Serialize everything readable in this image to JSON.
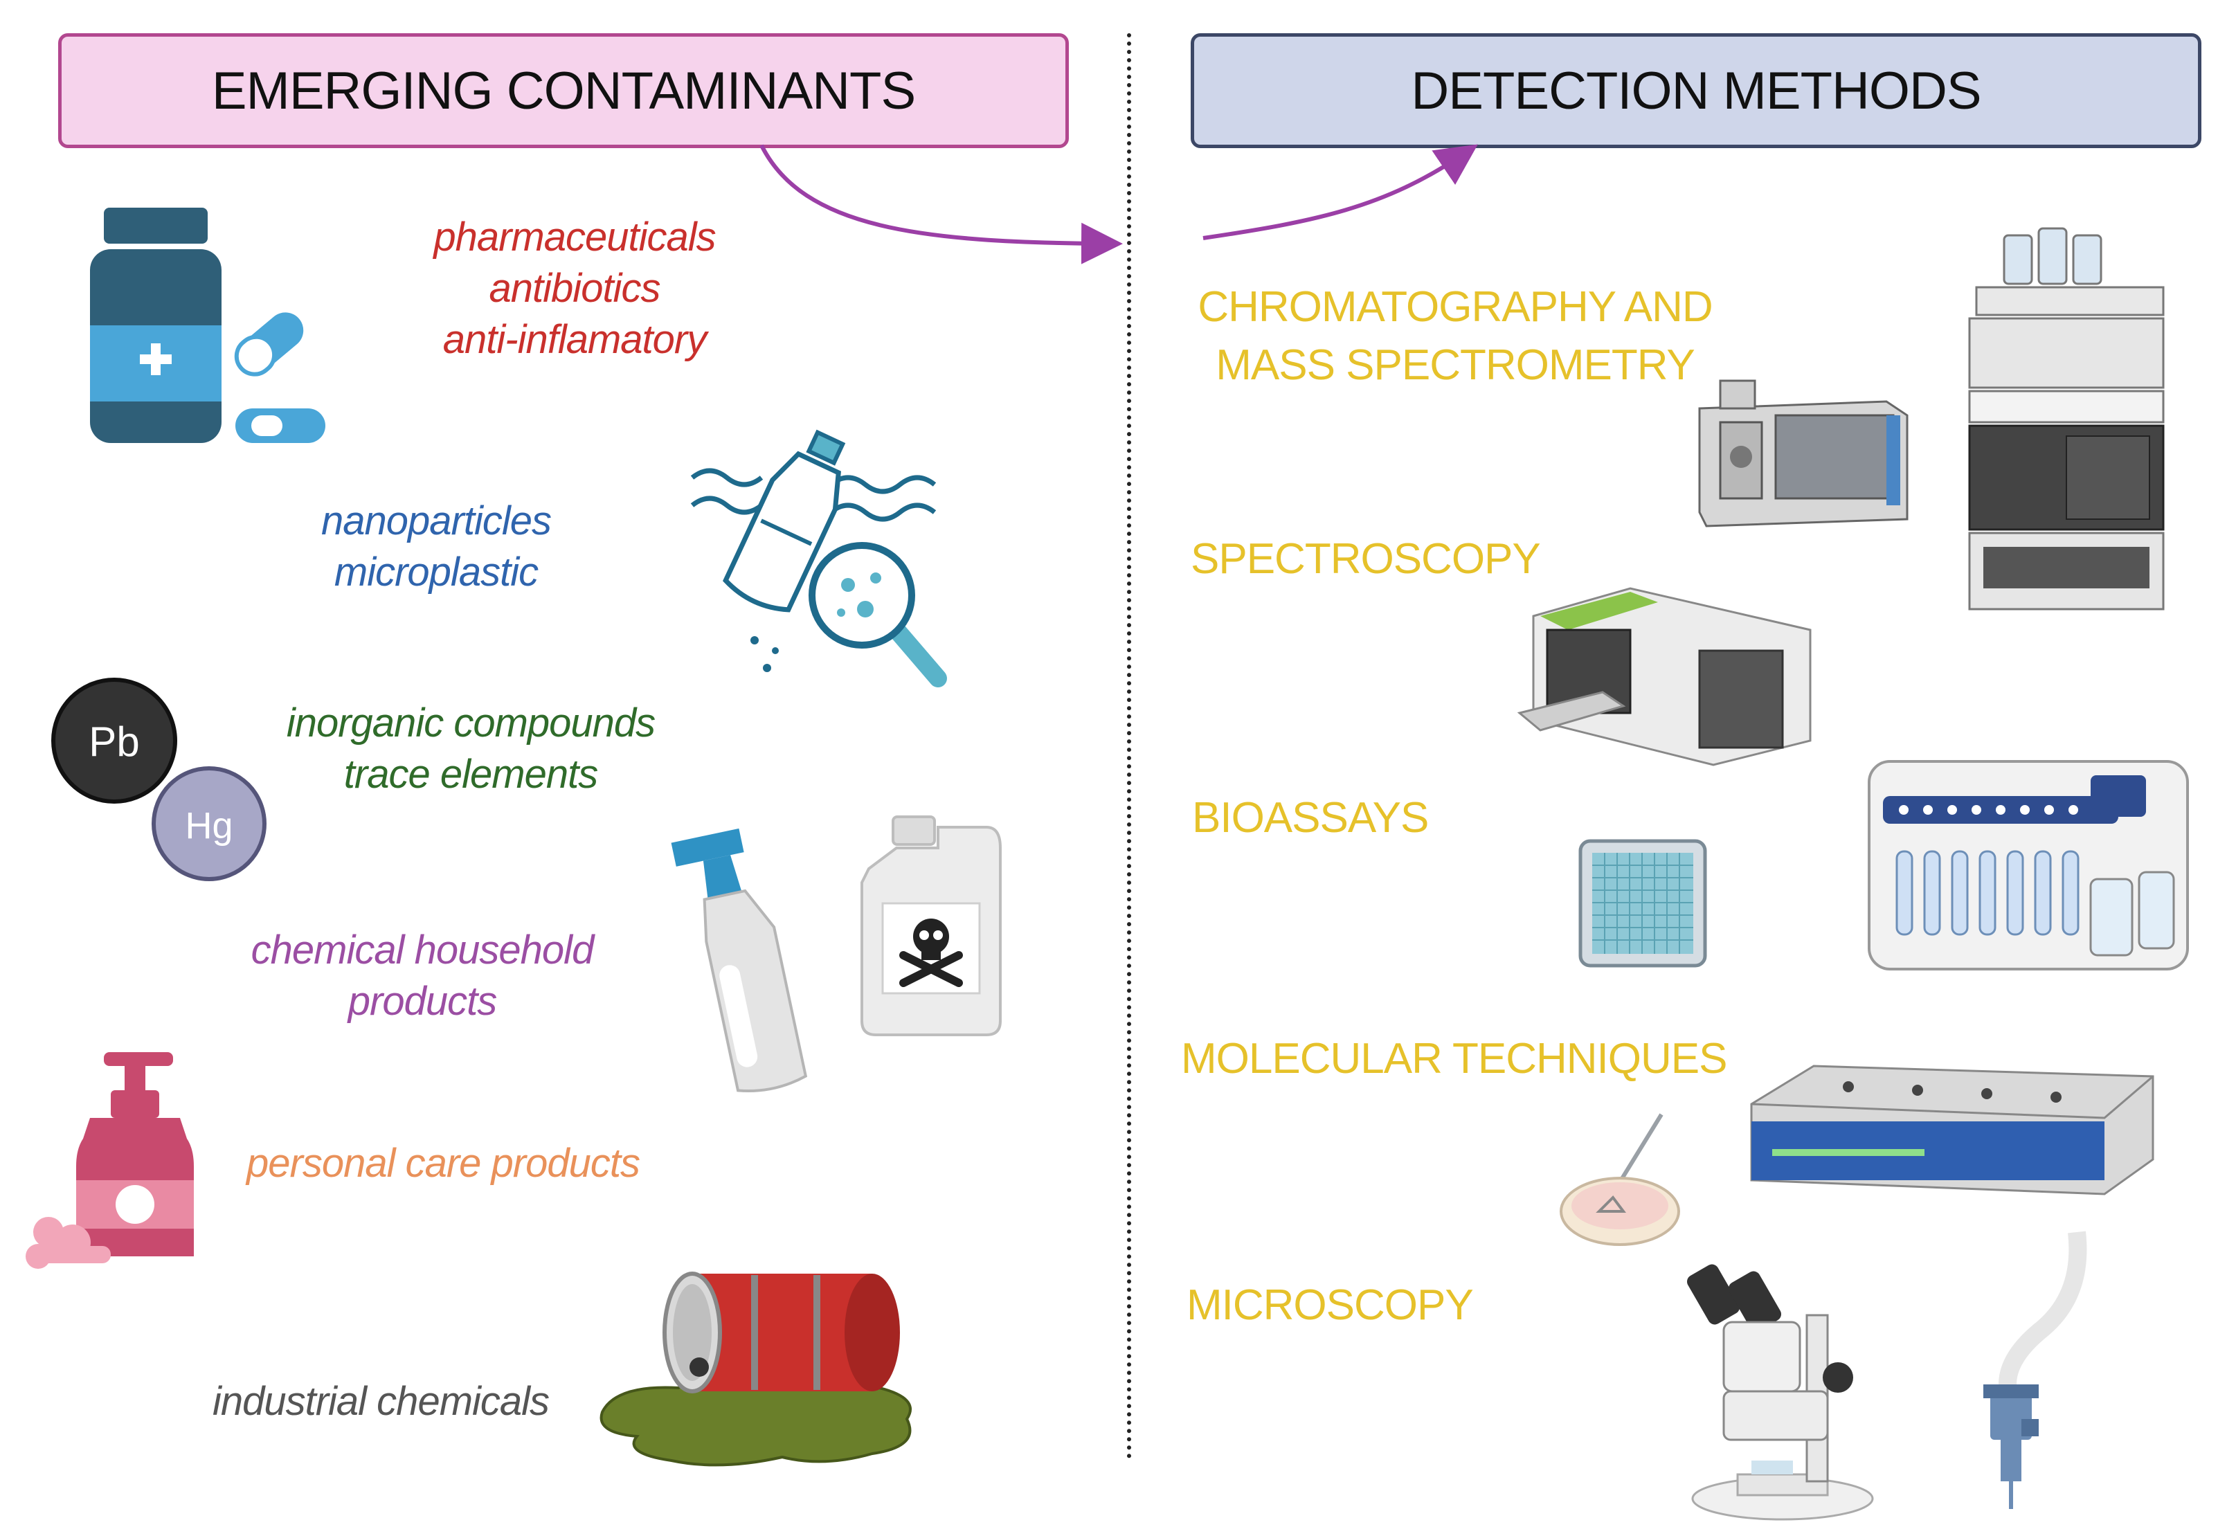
{
  "headers": {
    "left": "EMERGING CONTAMINANTS",
    "right": "DETECTION METHODS"
  },
  "contaminants": {
    "pharma": {
      "lines": [
        "pharmaceuticals",
        "antibiotics",
        "anti-inflamatory"
      ],
      "color": "#c9302c"
    },
    "nano": {
      "lines": [
        "nanoparticles",
        "microplastic"
      ],
      "color": "#2f64ad"
    },
    "inorganic": {
      "lines": [
        "inorganic compounds",
        "trace elements"
      ],
      "color": "#2f6b2a"
    },
    "household": {
      "lines": [
        "chemical household",
        "products"
      ],
      "color": "#9b4ea3"
    },
    "personal": {
      "lines": [
        "personal care products"
      ],
      "color": "#e9915a"
    },
    "industrial": {
      "lines": [
        "industrial chemicals"
      ],
      "color": "#555555"
    }
  },
  "methods": {
    "chromatography": [
      "CHROMATOGRAPHY AND",
      "MASS SPECTROMETRY"
    ],
    "spectroscopy": [
      "SPECTROSCOPY"
    ],
    "bioassays": [
      "BIOASSAYS"
    ],
    "molecular": [
      "MOLECULAR TECHNIQUES"
    ],
    "microscopy": [
      "MICROSCOPY"
    ],
    "color": "#e6c12a"
  },
  "icons": {
    "pb": "Pb",
    "hg": "Hg",
    "names": [
      "medicine-bottle-icon",
      "pills-icon",
      "plastic-bottle-icon",
      "magnifier-icon",
      "pb-atom-icon",
      "hg-atom-icon",
      "spray-bottle-icon",
      "toxic-canister-icon",
      "soap-dispenser-icon",
      "spilled-barrel-icon",
      "hplc-system-icon",
      "mass-spectrometer-icon",
      "spectrometer-icon",
      "well-plate-icon",
      "extraction-station-icon",
      "petri-dish-icon",
      "gel-electrophoresis-icon",
      "stereo-microscope-icon",
      "probe-icon"
    ]
  },
  "arrow_color": "#9b3fa6"
}
